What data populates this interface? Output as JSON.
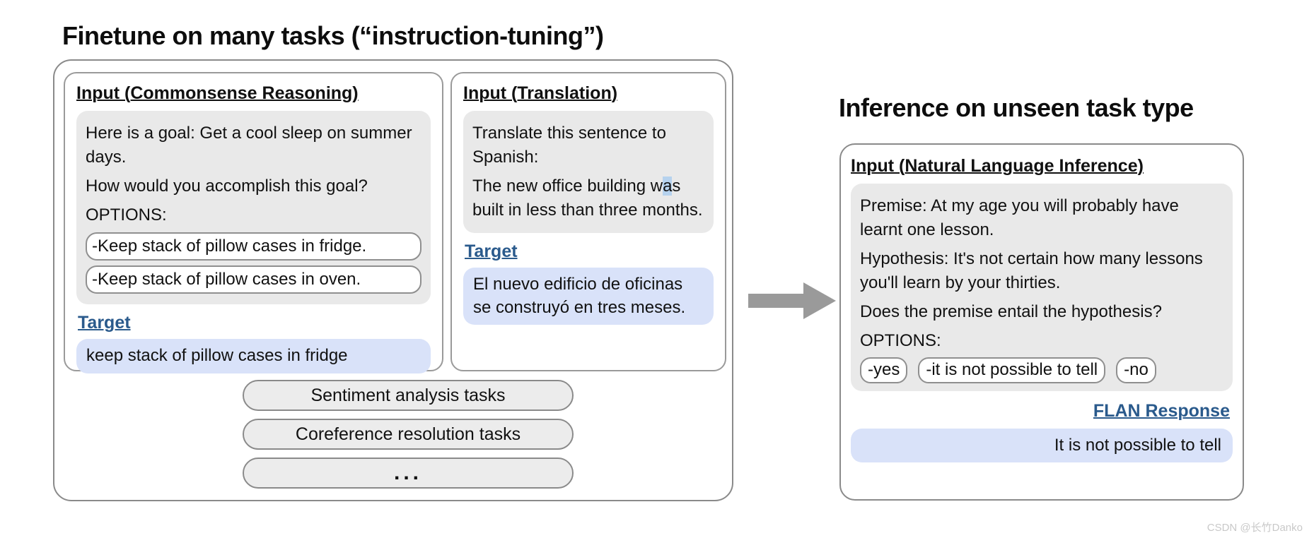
{
  "left_section": {
    "title": "Finetune on many tasks (“instruction-tuning”)",
    "commonsense_card": {
      "heading": "Input (Commonsense Reasoning)",
      "body": {
        "line1": "Here is a goal: Get a cool sleep on summer days.",
        "line2": "How would you accomplish this goal?",
        "options_label": "OPTIONS:",
        "options": [
          "-Keep stack of pillow cases in fridge.",
          "-Keep stack of pillow cases in oven."
        ]
      },
      "target_label": "Target",
      "target_text": "keep stack of pillow cases in fridge"
    },
    "translation_card": {
      "heading": "Input (Translation)",
      "body": {
        "line1": "Translate this sentence to Spanish:",
        "line2_parts": {
          "pre": "The new office building w",
          "highlight": "a",
          "post": "s built in less than three months."
        }
      },
      "target_label": "Target",
      "target_text": "El nuevo edificio de oficinas se construyó en tres meses."
    },
    "task_pills": [
      "Sentiment analysis tasks",
      "Coreference resolution tasks",
      "..."
    ]
  },
  "right_section": {
    "title": "Inference on unseen task type",
    "nli_card": {
      "heading": "Input (Natural Language Inference)",
      "body": {
        "premise": "Premise: At my age you will probably have learnt one lesson.",
        "hypothesis": "Hypothesis: It's not certain how many lessons you'll learn by your thirties.",
        "question": "Does the premise entail the hypothesis?",
        "options_label": "OPTIONS:",
        "options": [
          "-yes",
          "-it is not possible to tell",
          "-no"
        ]
      },
      "response_label": "FLAN Response",
      "response_text": "It is not possible to tell"
    }
  },
  "watermark": "CSDN @长竹Danko",
  "colors": {
    "heading_blue": "#2a5a8c",
    "bubble_gray": "#e9e9e9",
    "pill_blue": "#d9e2f9",
    "arrow_gray": "#9a9a9a",
    "border_gray": "#8a8a8a"
  }
}
